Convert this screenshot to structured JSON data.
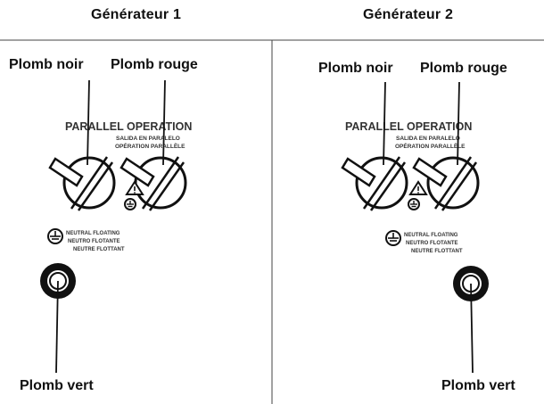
{
  "headers": {
    "gen1": "Générateur 1",
    "gen2": "Générateur 2"
  },
  "labels": {
    "gen1_black": "Plomb noir",
    "gen1_red": "Plomb rouge",
    "gen1_green": "Plomb vert",
    "gen2_black": "Plomb noir",
    "gen2_red": "Plomb rouge",
    "gen2_green": "Plomb vert"
  },
  "panel": {
    "parallel_operation": "PARALLEL OPERATION",
    "salida_en_paralelo": "SALIDA EN PARALELO",
    "operation_parallele": "OPÉRATION PARALLÈLE",
    "neutral_floating": "NEUTRAL FLOATING",
    "neutro_flotante": "NEUTRO FLOTANTE",
    "neutre_flottant": "NEUTRE FLOTTANT"
  },
  "colors": {
    "ink": "#111111",
    "divider": "#444444"
  }
}
